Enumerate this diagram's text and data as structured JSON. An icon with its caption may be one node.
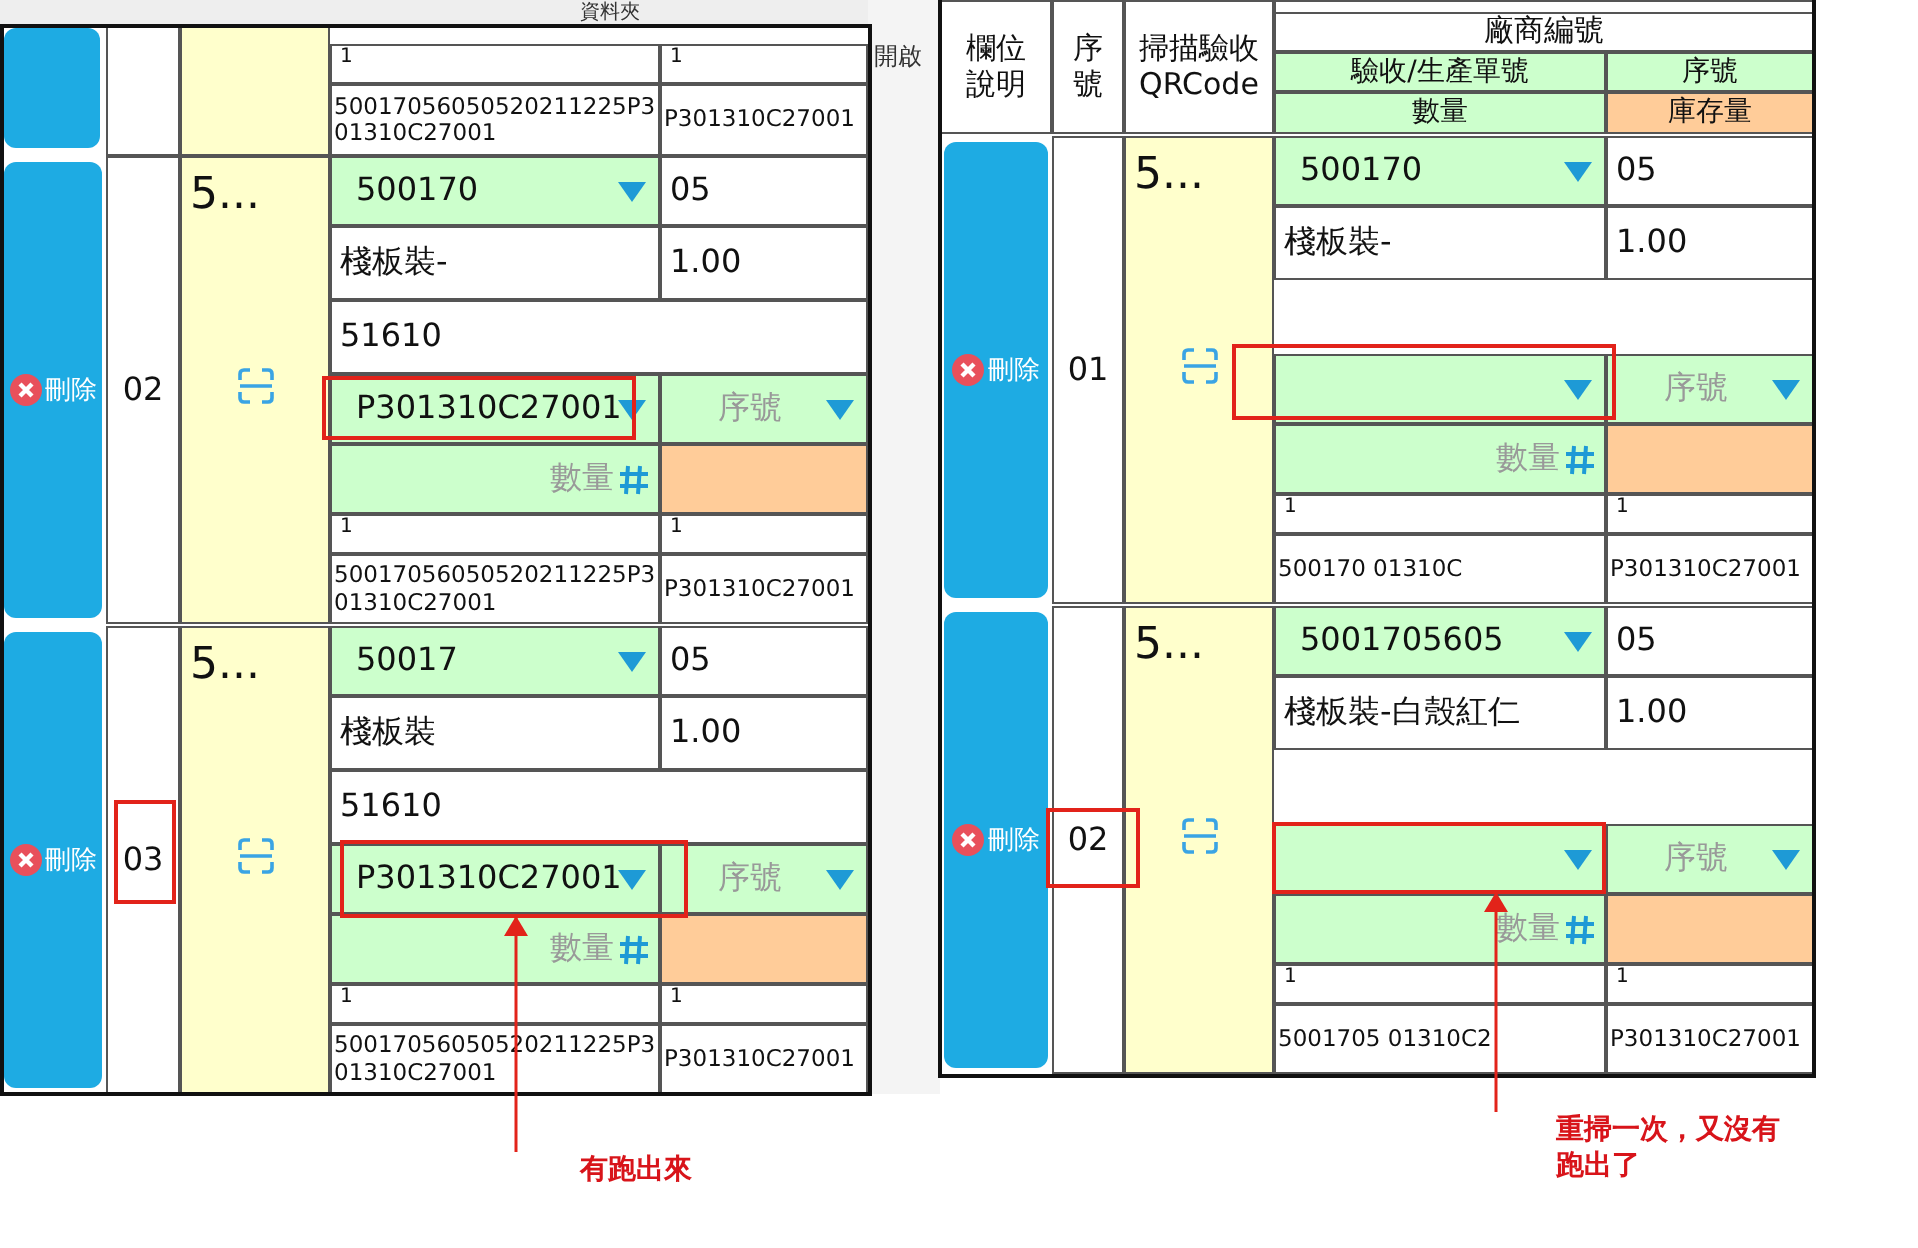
{
  "diagram": {
    "nodes": [
      {
        "text": [],
        "shape": "box"
      },
      {
        "text": [],
        "shape": "box"
      },
      {
        "text": [],
        "shape": "box"
      },
      {
        "text": [],
        "shape": "box"
      },
      {
        "text": [],
        "shape": "box"
      },
      {
        "text": [],
        "shape": "box"
      },
      {
        "text": [
          "有跑出來"
        ]
      },
      {
        "text": [
          "重掃一次，又沒有跑出了"
        ]
      }
    ],
    "edges": [
      {
        "from": 6,
        "to": 5,
        "arrow": "to"
      },
      {
        "from": 7,
        "to": 4,
        "arrow": "to"
      }
    ],
    "labels": [
      "資料夾",
      "1",
      "1",
      "50017056050520211225P301310C27001",
      "P301310C27001",
      "刪除",
      "02",
      "5...",
      "500170",
      "05",
      "棧板裝-",
      "1.00",
      "51610",
      "P301310C27001",
      "序號",
      "數量",
      "1",
      "1",
      "50017056050520211225P301310C27001",
      "P301310C27001",
      "刪除",
      "03",
      "5...",
      "50017",
      "05",
      "棧板裝",
      "1.00",
      "51610",
      "P301310C27001",
      "序號",
      "數量",
      "1",
      "1",
      "50017056050520211225P301310C27001",
      "P301310C27001",
      "開啟",
      "欄位說明",
      "序號",
      "掃描驗收QRCode",
      "廠商編號",
      "驗收/生產單號",
      "序號",
      "數量",
      "庫存量",
      "刪除",
      "01",
      "5...",
      "500170",
      "05",
      "棧板裝-",
      "1.00",
      "序號",
      "數量",
      "1",
      "1",
      "500170 01310C",
      "P301310C27001",
      "刪除",
      "02",
      "5...",
      "5001705605",
      "05",
      "棧板裝-白殼紅仁",
      "1.00",
      "序號",
      "數量",
      "1",
      "1",
      "5001705 01310C2",
      "P301310C27001"
    ]
  }
}
